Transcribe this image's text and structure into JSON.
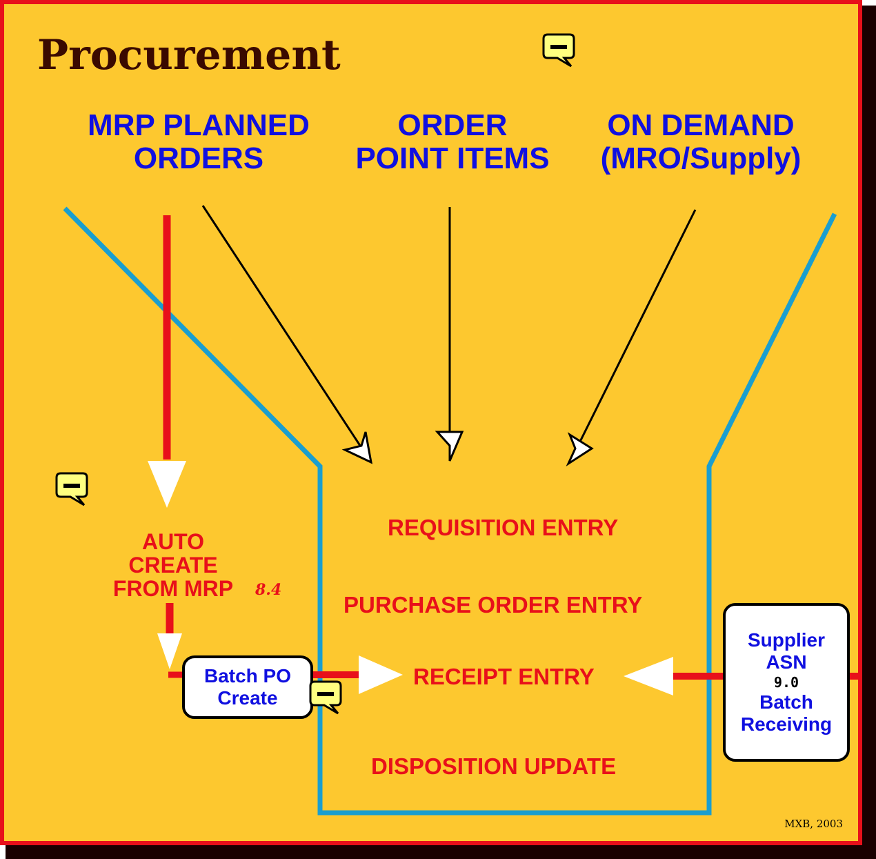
{
  "title": "Procurement",
  "sources": {
    "mrp": [
      "MRP PLANNED",
      "ORDERS"
    ],
    "order_point": [
      "ORDER",
      "POINT ITEMS"
    ],
    "on_demand": [
      "ON DEMAND",
      "(MRO/Supply)"
    ]
  },
  "steps": {
    "requisition": "REQUISITION ENTRY",
    "purchase_order": "PURCHASE ORDER ENTRY",
    "receipt": "RECEIPT ENTRY",
    "disposition": "DISPOSITION UPDATE"
  },
  "auto_create": {
    "lines": [
      "AUTO",
      "CREATE",
      "FROM MRP"
    ],
    "version": "8.4"
  },
  "batch_po": [
    "Batch PO",
    "Create"
  ],
  "supplier": {
    "lines_top": [
      "Supplier",
      "ASN"
    ],
    "version": "9.0",
    "lines_bottom": [
      "Batch",
      "Receiving"
    ]
  },
  "credit": "MXB, 2003",
  "colors": {
    "background": "#fdc82f",
    "border": "#e8101a",
    "funnel": "#1a9ecf",
    "flow_red": "#e8101a",
    "source_text": "#1010e0",
    "comment_icon": "#ffff80"
  },
  "icons": [
    "comment-icon",
    "comment-icon",
    "comment-icon"
  ]
}
